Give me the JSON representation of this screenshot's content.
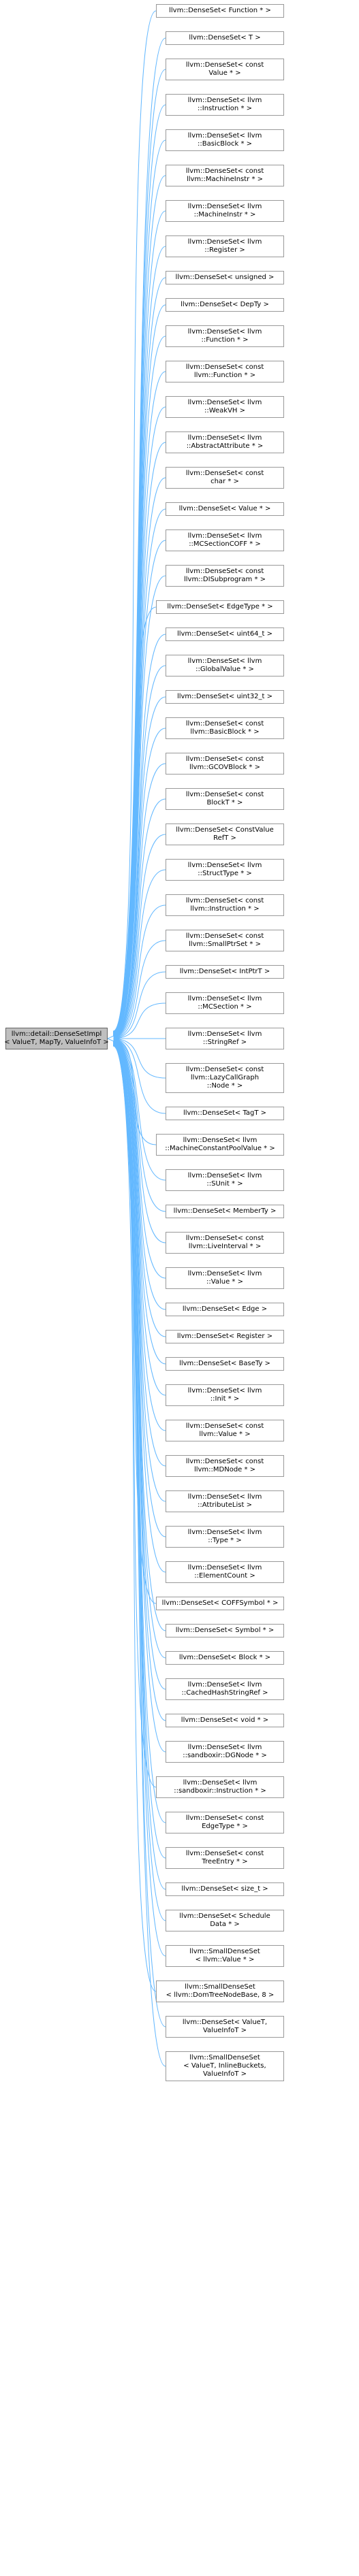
{
  "base_class": {
    "lines": [
      "llvm::detail::DenseSetImpl",
      "< ValueT, MapTy, ValueInfoT >"
    ]
  },
  "derived_classes": [
    {
      "lines": [
        "llvm::DenseSet< Function * >"
      ]
    },
    {
      "lines": [
        "llvm::DenseSet< T >"
      ]
    },
    {
      "lines": [
        "llvm::DenseSet< const",
        "Value * >"
      ]
    },
    {
      "lines": [
        "llvm::DenseSet< llvm",
        "::Instruction * >"
      ]
    },
    {
      "lines": [
        "llvm::DenseSet< llvm",
        "::BasicBlock * >"
      ]
    },
    {
      "lines": [
        "llvm::DenseSet< const",
        "llvm::MachineInstr * >"
      ]
    },
    {
      "lines": [
        "llvm::DenseSet< llvm",
        "::MachineInstr * >"
      ]
    },
    {
      "lines": [
        "llvm::DenseSet< llvm",
        "::Register >"
      ]
    },
    {
      "lines": [
        "llvm::DenseSet< unsigned >"
      ]
    },
    {
      "lines": [
        "llvm::DenseSet< DepTy >"
      ]
    },
    {
      "lines": [
        "llvm::DenseSet< llvm",
        "::Function * >"
      ]
    },
    {
      "lines": [
        "llvm::DenseSet< const",
        "llvm::Function * >"
      ]
    },
    {
      "lines": [
        "llvm::DenseSet< llvm",
        "::WeakVH >"
      ]
    },
    {
      "lines": [
        "llvm::DenseSet< llvm",
        "::AbstractAttribute * >"
      ]
    },
    {
      "lines": [
        "llvm::DenseSet< const",
        "char * >"
      ]
    },
    {
      "lines": [
        "llvm::DenseSet< Value * >"
      ]
    },
    {
      "lines": [
        "llvm::DenseSet< llvm",
        "::MCSectionCOFF * >"
      ]
    },
    {
      "lines": [
        "llvm::DenseSet< const",
        "llvm::DISubprogram * >"
      ]
    },
    {
      "lines": [
        "llvm::DenseSet< EdgeType * >"
      ]
    },
    {
      "lines": [
        "llvm::DenseSet< uint64_t >"
      ]
    },
    {
      "lines": [
        "llvm::DenseSet< llvm",
        "::GlobalValue * >"
      ]
    },
    {
      "lines": [
        "llvm::DenseSet< uint32_t >"
      ]
    },
    {
      "lines": [
        "llvm::DenseSet< const",
        "llvm::BasicBlock * >"
      ]
    },
    {
      "lines": [
        "llvm::DenseSet< const",
        "llvm::GCOVBlock * >"
      ]
    },
    {
      "lines": [
        "llvm::DenseSet< const",
        "BlockT * >"
      ]
    },
    {
      "lines": [
        "llvm::DenseSet< ConstValue",
        "RefT >"
      ]
    },
    {
      "lines": [
        "llvm::DenseSet< llvm",
        "::StructType * >"
      ]
    },
    {
      "lines": [
        "llvm::DenseSet< const",
        "llvm::Instruction * >"
      ]
    },
    {
      "lines": [
        "llvm::DenseSet< const",
        "llvm::SmallPtrSet * >"
      ]
    },
    {
      "lines": [
        "llvm::DenseSet< IntPtrT >"
      ]
    },
    {
      "lines": [
        "llvm::DenseSet< llvm",
        "::MCSection * >"
      ]
    },
    {
      "lines": [
        "llvm::DenseSet< llvm",
        "::StringRef >"
      ]
    },
    {
      "lines": [
        "llvm::DenseSet< const",
        "llvm::LazyCallGraph",
        "::Node * >"
      ]
    },
    {
      "lines": [
        "llvm::DenseSet< TagT >"
      ]
    },
    {
      "lines": [
        "llvm::DenseSet< llvm",
        "::MachineConstantPoolValue * >"
      ]
    },
    {
      "lines": [
        "llvm::DenseSet< llvm",
        "::SUnit * >"
      ]
    },
    {
      "lines": [
        "llvm::DenseSet< MemberTy >"
      ]
    },
    {
      "lines": [
        "llvm::DenseSet< const",
        "llvm::LiveInterval * >"
      ]
    },
    {
      "lines": [
        "llvm::DenseSet< llvm",
        "::Value * >"
      ]
    },
    {
      "lines": [
        "llvm::DenseSet< Edge >"
      ]
    },
    {
      "lines": [
        "llvm::DenseSet< Register >"
      ]
    },
    {
      "lines": [
        "llvm::DenseSet< BaseTy >"
      ]
    },
    {
      "lines": [
        "llvm::DenseSet< llvm",
        "::Init * >"
      ]
    },
    {
      "lines": [
        "llvm::DenseSet< const",
        "llvm::Value * >"
      ]
    },
    {
      "lines": [
        "llvm::DenseSet< const",
        "llvm::MDNode * >"
      ]
    },
    {
      "lines": [
        "llvm::DenseSet< llvm",
        "::AttributeList >"
      ]
    },
    {
      "lines": [
        "llvm::DenseSet< llvm",
        "::Type * >"
      ]
    },
    {
      "lines": [
        "llvm::DenseSet< llvm",
        "::ElementCount >"
      ]
    },
    {
      "lines": [
        "llvm::DenseSet< COFFSymbol * >"
      ]
    },
    {
      "lines": [
        "llvm::DenseSet< Symbol * >"
      ]
    },
    {
      "lines": [
        "llvm::DenseSet< Block * >"
      ]
    },
    {
      "lines": [
        "llvm::DenseSet< llvm",
        "::CachedHashStringRef >"
      ]
    },
    {
      "lines": [
        "llvm::DenseSet< void * >"
      ]
    },
    {
      "lines": [
        "llvm::DenseSet< llvm",
        "::sandboxir::DGNode * >"
      ]
    },
    {
      "lines": [
        "llvm::DenseSet< llvm",
        "::sandboxir::Instruction * >"
      ]
    },
    {
      "lines": [
        "llvm::DenseSet< const",
        "EdgeType * >"
      ]
    },
    {
      "lines": [
        "llvm::DenseSet< const",
        "TreeEntry * >"
      ]
    },
    {
      "lines": [
        "llvm::DenseSet< size_t >"
      ]
    },
    {
      "lines": [
        "llvm::DenseSet< Schedule",
        "Data * >"
      ]
    },
    {
      "lines": [
        "llvm::SmallDenseSet",
        "< llvm::Value * >"
      ]
    },
    {
      "lines": [
        "llvm::SmallDenseSet",
        "< llvm::DomTreeNodeBase, 8 >"
      ]
    },
    {
      "lines": [
        "llvm::DenseSet< ValueT,",
        "ValueInfoT >"
      ]
    },
    {
      "lines": [
        "llvm::SmallDenseSet",
        "< ValueT, InlineBuckets,",
        "ValueInfoT >"
      ]
    }
  ]
}
